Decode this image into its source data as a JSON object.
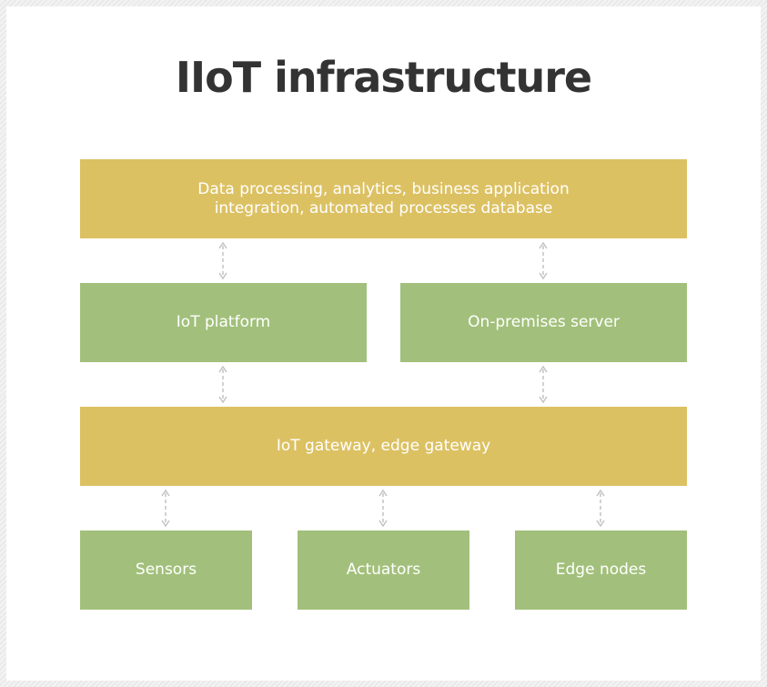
{
  "title": "IIoT infrastructure",
  "colors": {
    "layer_yellow": "#dcc163",
    "layer_green": "#a2c07b",
    "connector": "#c4c4c4",
    "title_text": "#333333"
  },
  "nodes": {
    "processing": {
      "line1": "Data processing, analytics, business application",
      "line2": "integration, automated processes database"
    },
    "iot_platform": {
      "label": "IoT platform"
    },
    "on_prem_server": {
      "label": "On-premises server"
    },
    "gateway": {
      "label": "IoT gateway, edge gateway"
    },
    "sensors": {
      "label": "Sensors"
    },
    "actuators": {
      "label": "Actuators"
    },
    "edge_nodes": {
      "label": "Edge nodes"
    }
  },
  "connectors": [
    {
      "from": "processing",
      "to": "iot_platform",
      "style": "dashed-bidirectional"
    },
    {
      "from": "processing",
      "to": "on_prem_server",
      "style": "dashed-bidirectional"
    },
    {
      "from": "iot_platform",
      "to": "gateway",
      "style": "dashed-bidirectional"
    },
    {
      "from": "on_prem_server",
      "to": "gateway",
      "style": "dashed-bidirectional"
    },
    {
      "from": "gateway",
      "to": "sensors",
      "style": "dashed-bidirectional"
    },
    {
      "from": "gateway",
      "to": "actuators",
      "style": "dashed-bidirectional"
    },
    {
      "from": "gateway",
      "to": "edge_nodes",
      "style": "dashed-bidirectional"
    }
  ]
}
